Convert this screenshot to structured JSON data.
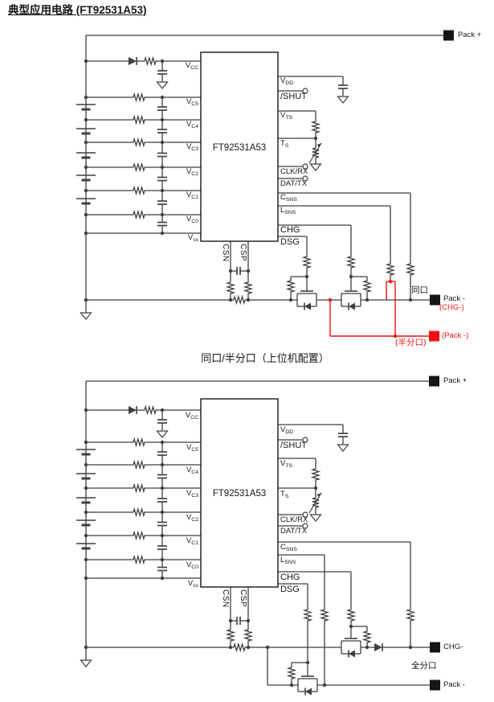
{
  "page": {
    "title": "典型应用电路 (FT92531A53)",
    "caption": "同口/半分口（上位机配置）"
  },
  "colors": {
    "wire": "#3f3f3f",
    "ink": "#161616",
    "red": "#ee1111",
    "background": "#ffffff"
  },
  "ic": {
    "name": "FT92531A53"
  },
  "pins": {
    "vcc": {
      "main": "V",
      "sub": "CC"
    },
    "vc5": {
      "main": "V",
      "sub": "C5"
    },
    "vc4": {
      "main": "V",
      "sub": "C4"
    },
    "vc3": {
      "main": "V",
      "sub": "C3"
    },
    "vc2": {
      "main": "V",
      "sub": "C2"
    },
    "vc1": {
      "main": "V",
      "sub": "C1"
    },
    "vc0": {
      "main": "V",
      "sub": "C0"
    },
    "vss": {
      "main": "V",
      "sub": "ss"
    },
    "vdd": {
      "main": "V",
      "sub": "DD"
    },
    "shut": {
      "main": "/SHUT",
      "sub": ""
    },
    "vts": {
      "main": "V",
      "sub": "TS"
    },
    "ts": {
      "main": "T",
      "sub": "S"
    },
    "clkrx": {
      "main": "CLK/RX",
      "sub": ""
    },
    "dattx": {
      "main": "DAT/TX",
      "sub": ""
    },
    "csns": {
      "main": "C",
      "sub": "SNS"
    },
    "lsns": {
      "main": "L",
      "sub": "SNS"
    },
    "chg": {
      "main": "CHG",
      "sub": ""
    },
    "dsg": {
      "main": "DSG",
      "sub": ""
    },
    "csn": {
      "main": "CSN",
      "sub": ""
    },
    "csp": {
      "main": "CSP",
      "sub": ""
    }
  },
  "ports": {
    "c1": {
      "pack_plus": "Pack +",
      "tong_kou": "同口",
      "pack_minus": "Pack -",
      "chg_minus": "(CHG-)",
      "pack_minus_alt": "(Pack -)",
      "ban_fen_kou": "(半分口)"
    },
    "c2": {
      "pack_plus": "Pack +",
      "chg_minus": "CHG-",
      "quan_fen_kou": "全分口",
      "pack_minus": "Pack -"
    }
  }
}
